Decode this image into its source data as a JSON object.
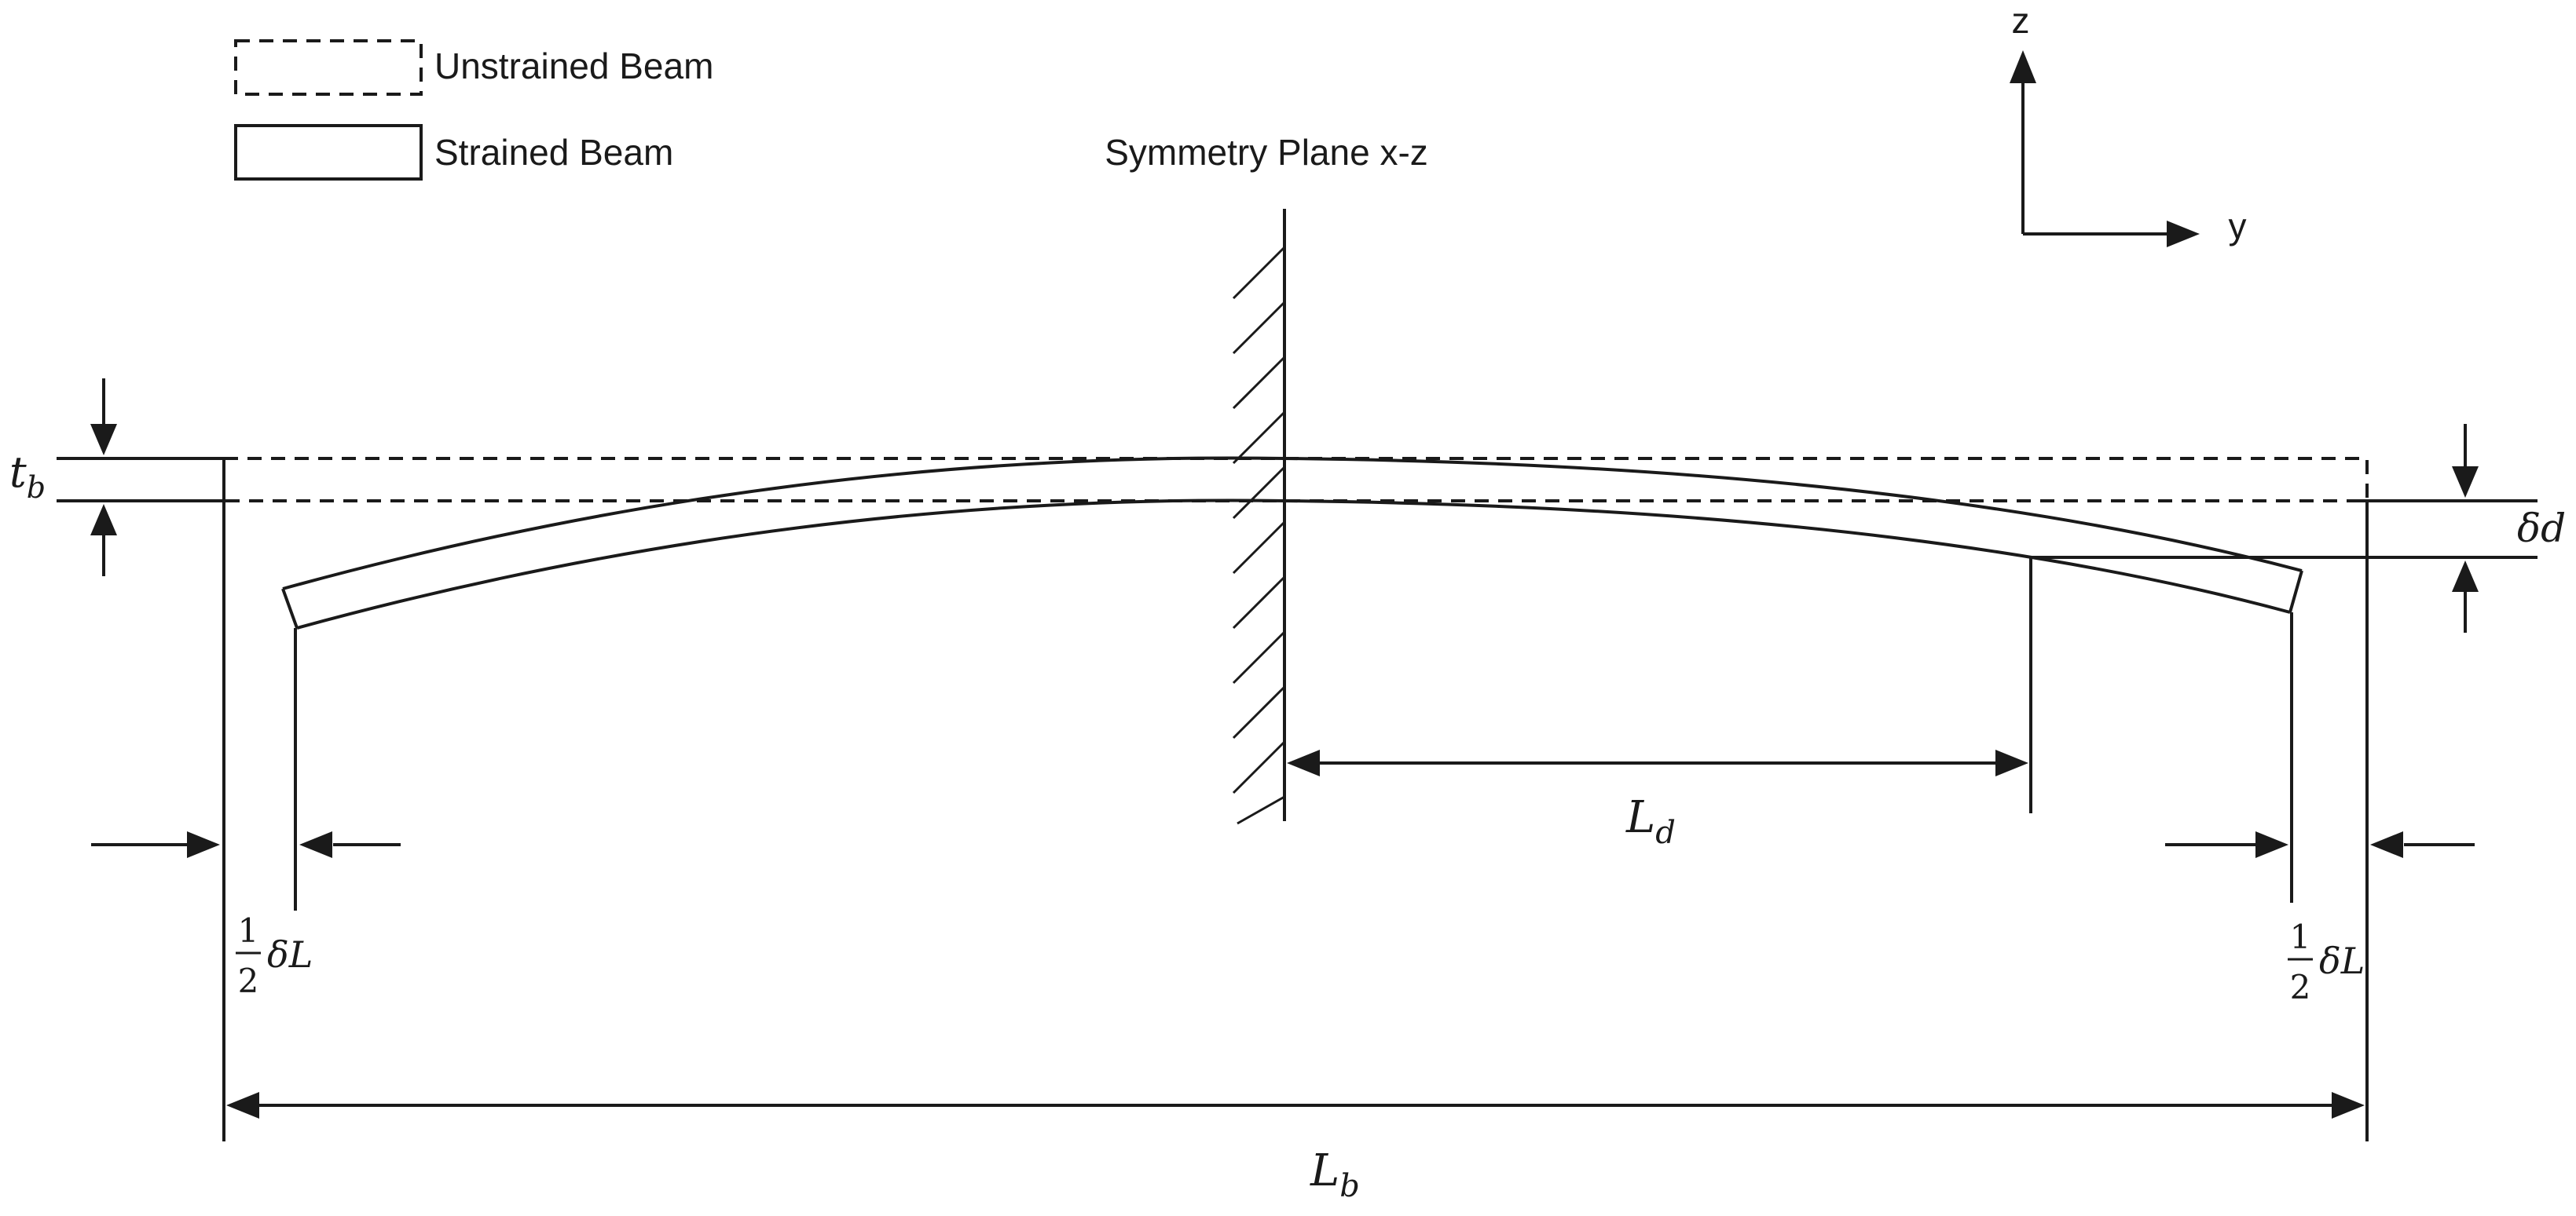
{
  "legend": {
    "unstrained_label": "Unstrained Beam",
    "strained_label": "Strained Beam"
  },
  "symmetry_plane_label": "Symmetry Plane x-z",
  "axes": {
    "z_label": "z",
    "y_label": "y"
  },
  "dimensions": {
    "thickness": {
      "symbol": "t",
      "subscript": "b"
    },
    "deflection": {
      "symbol": "δd"
    },
    "drop_length": {
      "symbol": "L",
      "subscript": "d"
    },
    "beam_length": {
      "symbol": "L",
      "subscript": "b"
    },
    "end_shortening": {
      "numerator": "1",
      "denominator": "2",
      "symbol": "δL"
    }
  }
}
